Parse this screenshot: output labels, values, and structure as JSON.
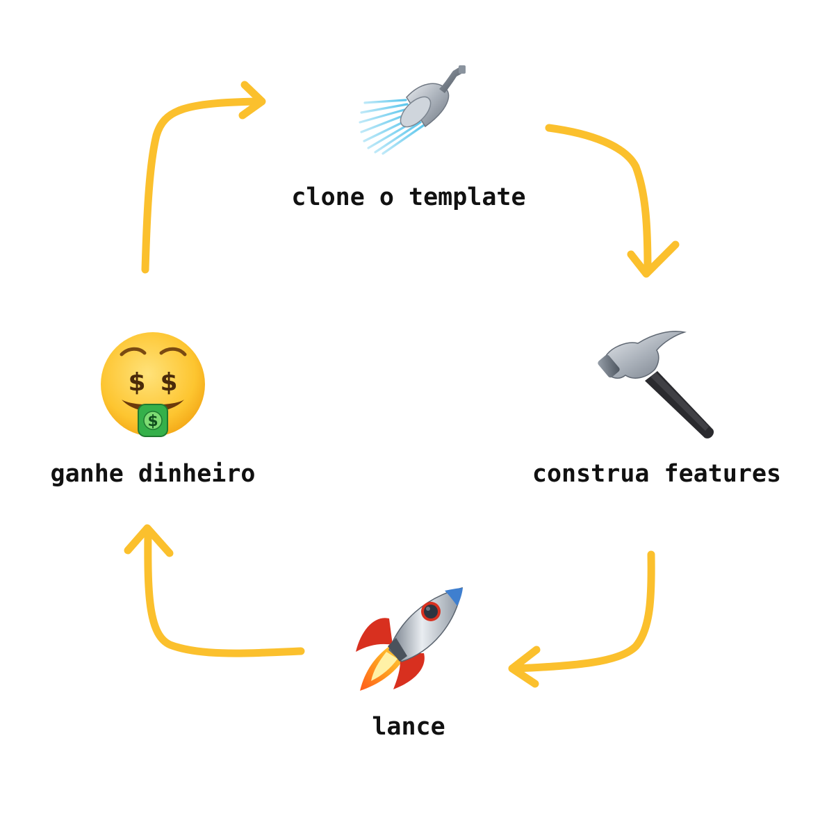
{
  "colors": {
    "arrow": "#FBC02D",
    "text": "#111111",
    "background": "#FFFFFF"
  },
  "steps": [
    {
      "icon": "shower-icon",
      "label": "clone o template"
    },
    {
      "icon": "hammer-icon",
      "label": "construa features"
    },
    {
      "icon": "rocket-icon",
      "label": "lance"
    },
    {
      "icon": "money-mouth-face-icon",
      "label": "ganhe dinheiro"
    }
  ]
}
